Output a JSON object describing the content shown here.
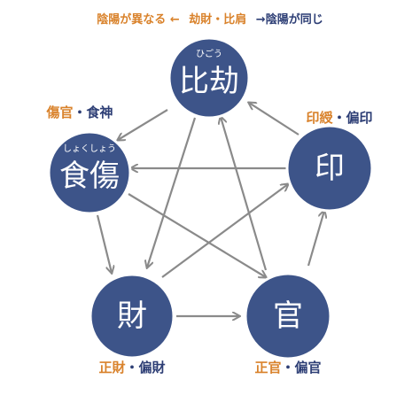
{
  "legend": {
    "left": {
      "text": "陰陽が異なる ←",
      "color": "#d9822b"
    },
    "middle": {
      "text": "劫財・比肩",
      "color": "#d9822b"
    },
    "right": {
      "text": "→陰陽が同じ",
      "color": "#2d3e75"
    }
  },
  "nodes": {
    "hikou": {
      "label": "比劫",
      "ruby": "ひごう"
    },
    "shokushou": {
      "label": "食傷",
      "ruby": "しょくしょう"
    },
    "in": {
      "label": "印",
      "ruby": ""
    },
    "zai": {
      "label": "財",
      "ruby": ""
    },
    "kan": {
      "label": "官",
      "ruby": ""
    }
  },
  "captions": {
    "in": {
      "orange": "印綬",
      "sep": "・",
      "blue": "偏印"
    },
    "shokushou": {
      "orange": "傷官",
      "sep": "・",
      "blue": "食神"
    },
    "zai": {
      "orange": "正財",
      "sep": "・",
      "blue": "偏財"
    },
    "kan": {
      "orange": "正官",
      "sep": "・",
      "blue": "偏官"
    }
  },
  "colors": {
    "node_fill": "#3d5489",
    "arrow": "#8a8a8a",
    "caption_orange": "#d9822b",
    "caption_blue": "#2d3e75"
  }
}
